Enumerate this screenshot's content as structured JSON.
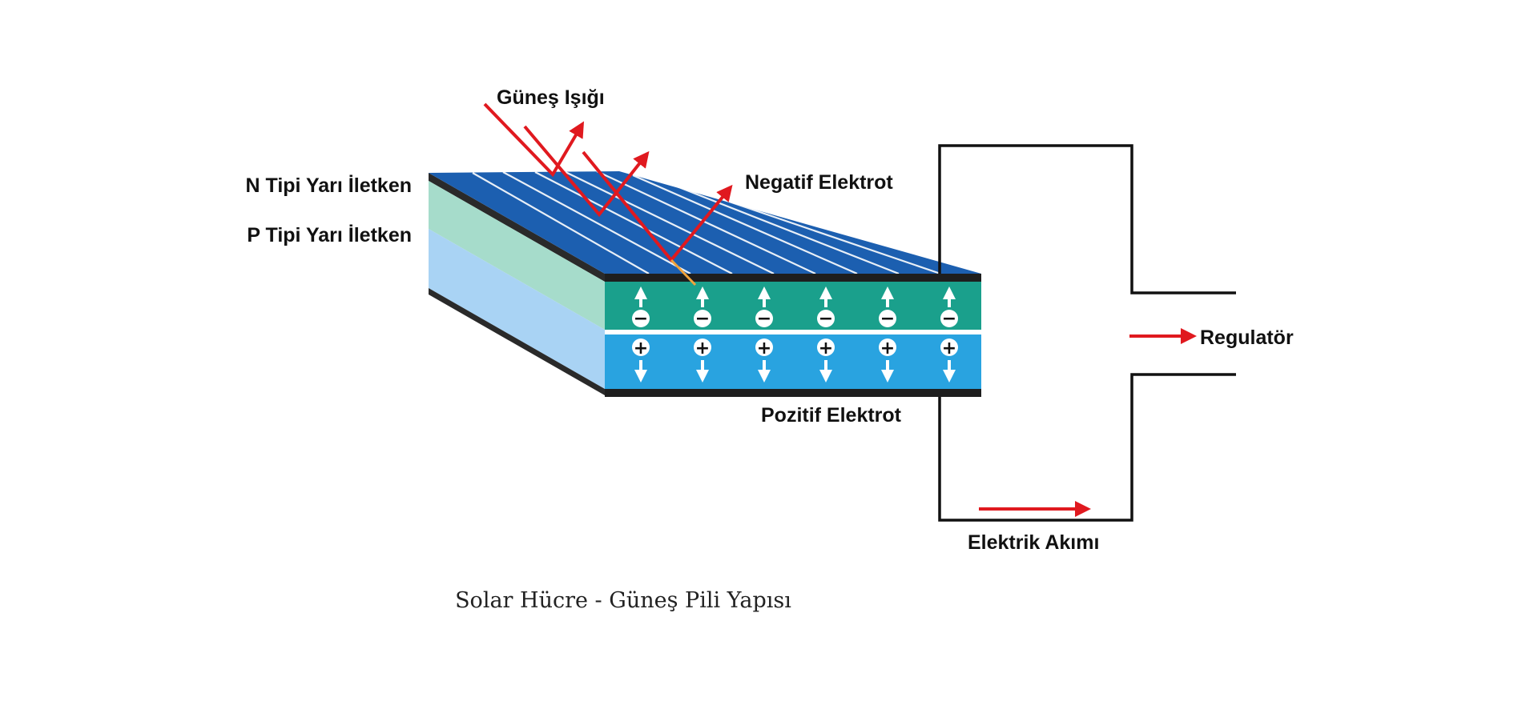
{
  "labels": {
    "sunlight": "Güneş Işığı",
    "n_type": "N Tipi Yarı İletken",
    "p_type": "P Tipi Yarı İletken",
    "negative_electrode": "Negatif Elektrot",
    "positive_electrode": "Pozitif Elektrot",
    "regulator": "Regulatör",
    "current": "Elektrik Akımı"
  },
  "caption": "Solar Hücre - Güneş Pili Yapısı",
  "charges": {
    "n_layer_sign": "−",
    "p_layer_sign": "+",
    "count": 6
  },
  "colors": {
    "panel_top": "#1c5fb0",
    "n_layer": "#1aa08c",
    "p_layer": "#29a3e0",
    "n_layer_side": "#a6dccb",
    "p_layer_side": "#a9d3f4",
    "arrow": "#e0191f",
    "wire": "#111111"
  },
  "icons": {
    "light_ray": "red-arrow",
    "electron": "up-arrow-with-minus",
    "hole": "down-arrow-with-plus"
  }
}
